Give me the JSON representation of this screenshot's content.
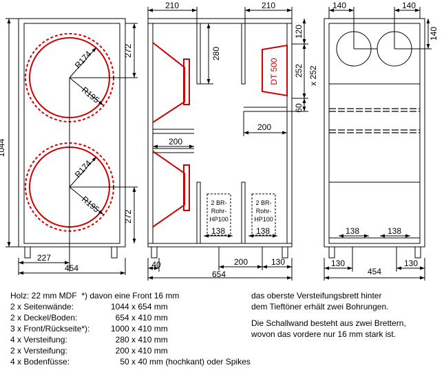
{
  "front": {
    "w_total": "454",
    "h_total": "1044",
    "d_272a": "272",
    "d_272b": "272",
    "r174a": "R174",
    "r195a": "R195",
    "r174b": "R174",
    "r195b": "R195",
    "d_227": "227"
  },
  "section": {
    "top_left": "210",
    "top_right": "210",
    "d_120": "120",
    "d_280": "280",
    "dt": "DT 500",
    "d_252": "252",
    "d_x252": "x 252",
    "d_60": "60",
    "d_200a": "200",
    "d_200b": "200",
    "br1": [
      "2 BR-",
      "Rohr-",
      "HP100"
    ],
    "br2": [
      "2 BR-",
      "Rohr-",
      "HP100"
    ],
    "d_138a": "138",
    "d_138b": "138",
    "d_40": "40",
    "d_200c": "200",
    "d_130": "130",
    "d_654": "654"
  },
  "back": {
    "d_140a": "140",
    "d_140b": "140",
    "d_140c": "140",
    "d_138a": "138",
    "d_138b": "138",
    "d_130a": "130",
    "d_454": "454",
    "d_130b": "130"
  },
  "parts": {
    "header": "Holz: 22 mm MDF  *) davon eine Front 16 mm",
    "items": [
      {
        "name": "2 x Seitenwände:",
        "dims": "1044 x 654 mm"
      },
      {
        "name": "2 x Deckel/Boden:",
        "dims": "  654 x 410 mm"
      },
      {
        "name": "3 x Front/Rückseite*):",
        "dims": "1000 x 410 mm"
      },
      {
        "name": "4 x Versteifung:",
        "dims": "  280 x 410 mm"
      },
      {
        "name": "2 x Versteifung:",
        "dims": "  200 x 410 mm"
      },
      {
        "name": "4 x Bodenfüsse:",
        "dims": "    50 x 40 mm (hochkant) oder Spikes"
      }
    ]
  },
  "remarks": {
    "line1": "das oberste Versteifungsbrett hinter",
    "line2": "dem Tieftöner erhält zwei Bohrungen.",
    "line3": "Die Schallwand besteht aus zwei Brettern,",
    "line4": "wovon das vordere nur 16 mm stark ist."
  }
}
